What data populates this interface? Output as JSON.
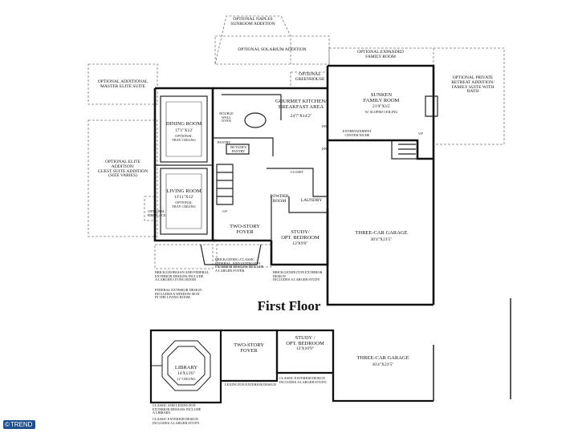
{
  "rooms": {
    "naples": "OPTIONAL NAPLES\nSUNROOM ADDITION",
    "solarium": "OPTIONAL SOLARIUM ADDITION",
    "expanded_family": "OPTIONAL EXPANDED\nFAMILY ROOM",
    "master_suite": "OPTIONAL ADDITIONAL\nMASTER ELITE SUITE",
    "greenhouse": "OPTIONAL\nGREENHOUSE",
    "private_retreat": "OPTIONAL PRIVATE\nRETREAT ADDITION/\nFAMILY SUITE WITH\nBATH",
    "kitchen_name": "GOURMET KITCHEN/\nBREAKFAST AREA",
    "kitchen_dim": "24'7\"X14'2\"",
    "family_name": "SUNKEN\nFAMILY ROOM",
    "family_dim": "21'9\"X15'",
    "family_note": "W/ SLOPED CEILING",
    "dining_name": "DINING ROOM",
    "dining_dim": "17'1\"X12'",
    "dining_note": "OPTIONAL\nTRAY CEILING",
    "living_name": "LIVING ROOM",
    "living_dim": "13'11\"X12'",
    "living_note": "OPTIONAL\nTRAY CEILING",
    "guest_suite": "OPTIONAL ELITE\nADDITION/\nGUEST SUITE ADDITION\n(SIZE VARIES)",
    "double_wall": "DOUBLE\nWALL\nOVEN",
    "pantry": "PANTRY",
    "butler": "BUTLER'S\nPANTRY",
    "closet": "CLOSET",
    "powder": "POWDER\nROOM",
    "laundry": "LAUNDRY",
    "entertainment": "ENTERTAINMENT\nCENTER NICHE",
    "fireplace": "OPTIONAL\nFIREPLACE",
    "foyer": "TWO-STORY\nFOYER",
    "study_name": "STUDY/\nOPT. BEDROOM",
    "study_dim": "12'X9'0\"",
    "garage_name": "THREE-CAR GARAGE",
    "garage_dim": "30'4\"X23'5\"",
    "library_name": "LIBRARY",
    "library_dim": "14'X13'6\"",
    "library_note": "12' CEILING",
    "foyer2": "TWO-STORY\nFOYER",
    "study2_name": "STUDY /\nOPT. BEDROOM",
    "study2_dim": "12'X10'9\"",
    "garage2_name": "THREE-CAR GARAGE",
    "garage2_dim": "30'4\"X23'5\""
  },
  "notes": {
    "brick_note": "BRICK/GEORG./CLASSIC\nFEDERAL, AND LEXINGTON\nEXTERIOR DESIGNS INCLUDE\nA LARGER FOYER.",
    "living_note": "BRICK/LEXINGTON EXTERIOR DESIGN\nINCLUDES A LARGER STUDY.",
    "left_note": "BRICK/GEORGIAN AND FEDERAL\nEXTERIOR DESIGNS INCLUDE\nA LARGER LIVING ROOM",
    "left_note2": "FEDERAL EXTERIOR DESIGN\nINCLUDES A WINDOW SEAT\nIN THE LIVING ROOM.",
    "lexington": "LEXINGTON EXTERIOR DESIGN",
    "classic_right": "CLASSIC EXTERIOR DESIGN\nINCLUDES A LARGER STUDY.",
    "lib_note1": "CLASSIC AND LEXINGTON\nEXTERIOR DESIGNS INCLUDE\nA LIBRARY.",
    "lib_note2": "CLASSIC EXTERIOR DESIGN\nINCLUDES A LARGER STUDY.",
    "dn": "DN",
    "up": "UP"
  },
  "title": "First Floor",
  "badge": "TREND",
  "badge_symbol": "©"
}
